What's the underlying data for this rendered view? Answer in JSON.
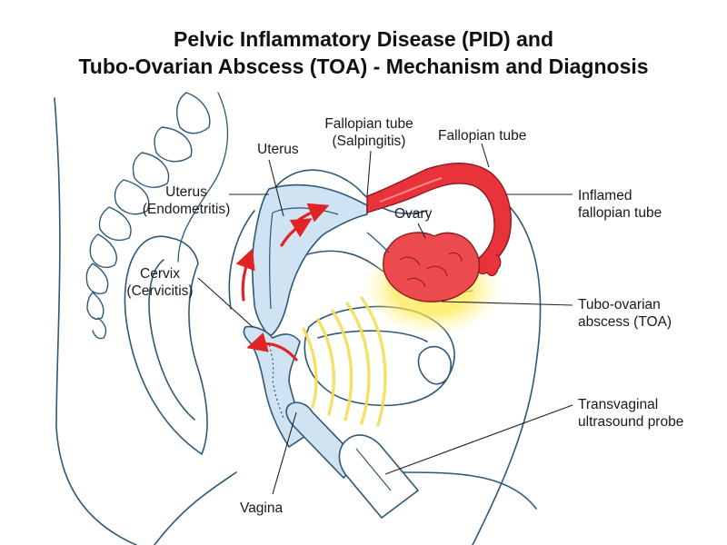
{
  "title": {
    "line1": "Pelvic Inflammatory Disease (PID) and",
    "line2": "Tubo-Ovarian Abscess (TOA) - Mechanism and Diagnosis"
  },
  "labels": {
    "uterus": "Uterus",
    "uterus_endo_1": "Uterus",
    "uterus_endo_2": "(Endometritis)",
    "fallopian_salp_1": "Fallopian tube",
    "fallopian_salp_2": "(Salpingitis)",
    "fallopian_tube": "Fallopian tube",
    "inflamed_1": "Inflamed",
    "inflamed_2": "fallopian tube",
    "ovary": "Ovary",
    "cervix_1": "Cervix",
    "cervix_2": "(Cervicitis)",
    "toa_1": "Tubo-ovarian",
    "toa_2": "abscess (TOA)",
    "probe_1": "Transvaginal",
    "probe_2": "ultrasound probe",
    "vagina": "Vagina"
  },
  "colors": {
    "outline": "#2e5878",
    "tissue": "#cfe3f3",
    "inflamed": "#e8333b",
    "arrow": "#e02424",
    "abscess_glow": "#ffe63a",
    "ultrasound": "#f4de55"
  }
}
